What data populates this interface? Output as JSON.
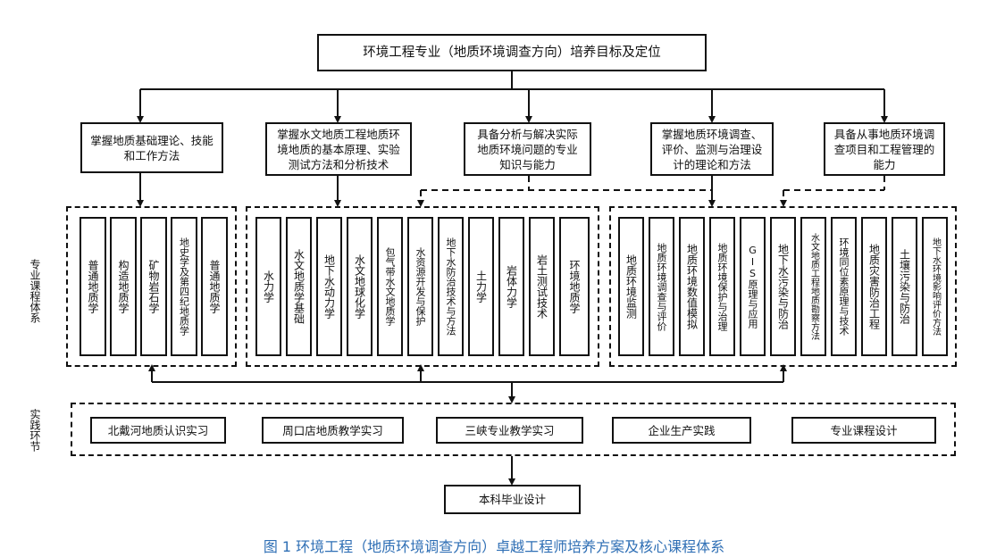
{
  "title": "环境工程专业（地质环境调查方向）培养目标及定位",
  "objectives": [
    "掌握地质基础理论、技能和工作方法",
    "掌握水文地质工程地质环境地质的基本原理、实验测试方法和分析技术",
    "具备分析与解决实际地质环境问题的专业知识与能力",
    "掌握地质环境调查、评价、监测与治理设计的理论和方法",
    "具备从事地质环境调查项目和工程管理的能力"
  ],
  "side_labels": {
    "courses": "专业课程体系",
    "practice": "实践环节"
  },
  "course_groups": [
    [
      "普通地质学",
      "构造地质学",
      "矿物岩石学",
      "地史学及第四纪地质学",
      "普通地质学"
    ],
    [
      "水力学",
      "水文地质学基础",
      "地下水动力学",
      "水文地球化学",
      "包气带水文地质学",
      "水资源开发与保护",
      "地下水防治技术与方法",
      "土力学",
      "岩体力学",
      "岩土测试技术",
      "环境地质学"
    ],
    [
      "地质环境监测",
      "地质环境调查与评价",
      "地质环境数值模拟",
      "地质环境保护与治理",
      "GIS原理与应用",
      "地下水污染与防治",
      "水文地质工程地质勘察方法",
      "环境同位素原理与技术",
      "地质灾害防治工程",
      "土壤污染与防治",
      "地下水环境影响评价方法"
    ]
  ],
  "practices": [
    "北戴河地质认识实习",
    "周口店地质教学实习",
    "三峡专业教学实习",
    "企业生产实践",
    "专业课程设计"
  ],
  "final": "本科毕业设计",
  "caption": "图 1 环境工程（地质环境调查方向）卓越工程师培养方案及核心课程体系"
}
